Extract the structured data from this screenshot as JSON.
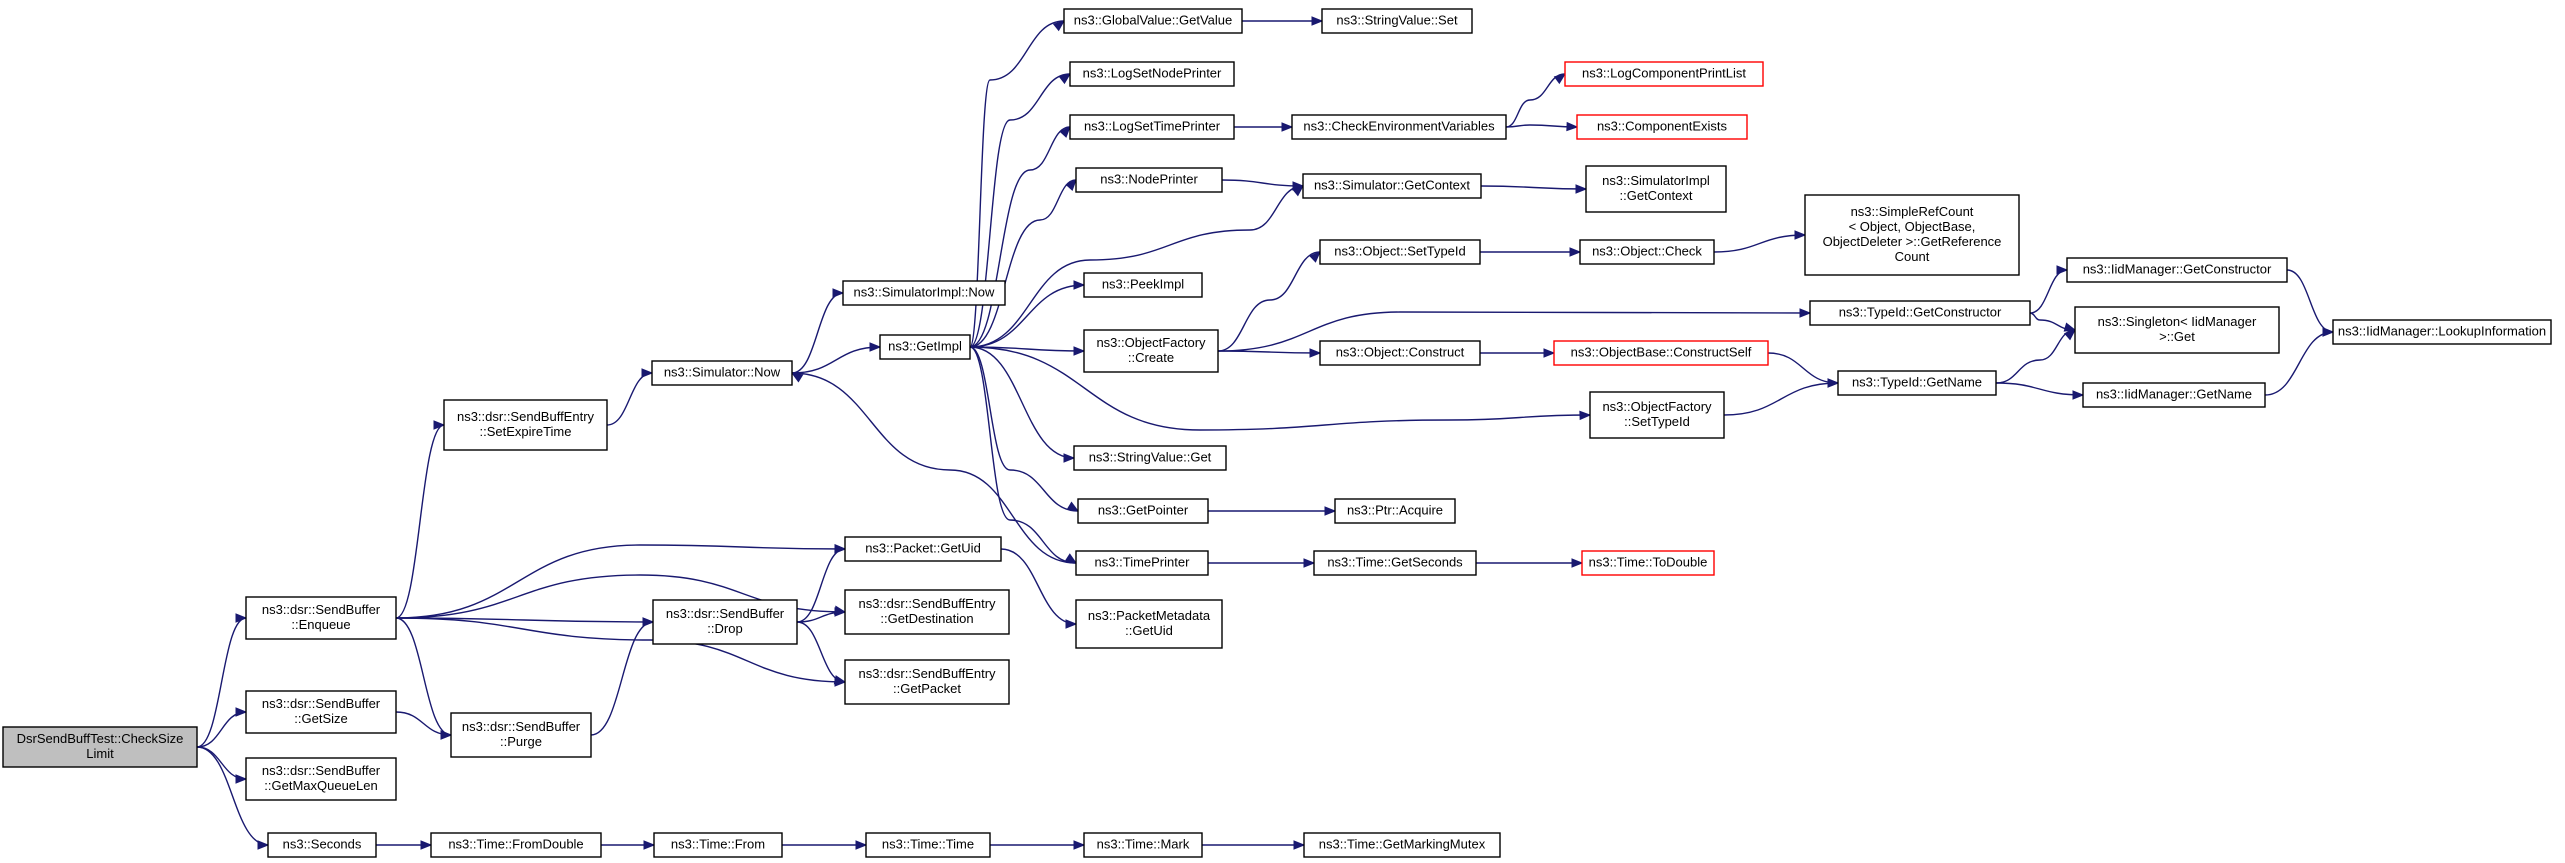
{
  "colors": {
    "edge": "#191970",
    "node_border": "#000000",
    "node_border_truncated": "#ff0000",
    "root_fill": "#bfbfbf",
    "background": "#ffffff"
  },
  "nodes": [
    {
      "id": "n0",
      "lines": [
        "DsrSendBuffTest::CheckSize",
        "Limit"
      ],
      "style": "root"
    },
    {
      "id": "n1",
      "lines": [
        "ns3::dsr::SendBuffer",
        "::Enqueue"
      ]
    },
    {
      "id": "n2",
      "lines": [
        "ns3::dsr::SendBuffer",
        "::GetSize"
      ]
    },
    {
      "id": "n3",
      "lines": [
        "ns3::dsr::SendBuffer",
        "::GetMaxQueueLen"
      ]
    },
    {
      "id": "n4",
      "lines": [
        "ns3::Seconds"
      ]
    },
    {
      "id": "n5",
      "lines": [
        "ns3::dsr::SendBuffEntry",
        "::SetExpireTime"
      ]
    },
    {
      "id": "n6",
      "lines": [
        "ns3::dsr::SendBuffer",
        "::Purge"
      ]
    },
    {
      "id": "n7",
      "lines": [
        "ns3::Simulator::Now"
      ]
    },
    {
      "id": "n8",
      "lines": [
        "ns3::dsr::SendBuffer",
        "::Drop"
      ]
    },
    {
      "id": "n9",
      "lines": [
        "ns3::Time::FromDouble"
      ]
    },
    {
      "id": "n10",
      "lines": [
        "ns3::Time::From"
      ]
    },
    {
      "id": "n11",
      "lines": [
        "ns3::SimulatorImpl::Now"
      ]
    },
    {
      "id": "n12",
      "lines": [
        "ns3::GetImpl"
      ]
    },
    {
      "id": "n13",
      "lines": [
        "ns3::Packet::GetUid"
      ]
    },
    {
      "id": "n14",
      "lines": [
        "ns3::dsr::SendBuffEntry",
        "::GetDestination"
      ]
    },
    {
      "id": "n15",
      "lines": [
        "ns3::dsr::SendBuffEntry",
        "::GetPacket"
      ]
    },
    {
      "id": "n16",
      "lines": [
        "ns3::Time::Time"
      ]
    },
    {
      "id": "n17",
      "lines": [
        "ns3::GlobalValue::GetValue"
      ]
    },
    {
      "id": "n18",
      "lines": [
        "ns3::LogSetNodePrinter"
      ]
    },
    {
      "id": "n19",
      "lines": [
        "ns3::LogSetTimePrinter"
      ]
    },
    {
      "id": "n20",
      "lines": [
        "ns3::NodePrinter"
      ]
    },
    {
      "id": "n21",
      "lines": [
        "ns3::PeekImpl"
      ]
    },
    {
      "id": "n22",
      "lines": [
        "ns3::ObjectFactory",
        "::Create"
      ]
    },
    {
      "id": "n23",
      "lines": [
        "ns3::StringValue::Get"
      ]
    },
    {
      "id": "n24",
      "lines": [
        "ns3::GetPointer"
      ]
    },
    {
      "id": "n25",
      "lines": [
        "ns3::TimePrinter"
      ]
    },
    {
      "id": "n26",
      "lines": [
        "ns3::PacketMetadata",
        "::GetUid"
      ]
    },
    {
      "id": "n27",
      "lines": [
        "ns3::Time::Mark"
      ]
    },
    {
      "id": "n28",
      "lines": [
        "ns3::StringValue::Set"
      ]
    },
    {
      "id": "n29",
      "lines": [
        "ns3::CheckEnvironmentVariables"
      ]
    },
    {
      "id": "n30",
      "lines": [
        "ns3::Simulator::GetContext"
      ]
    },
    {
      "id": "n31",
      "lines": [
        "ns3::Object::SetTypeId"
      ]
    },
    {
      "id": "n32",
      "lines": [
        "ns3::Object::Construct"
      ]
    },
    {
      "id": "n33",
      "lines": [
        "ns3::Ptr::Acquire"
      ]
    },
    {
      "id": "n34",
      "lines": [
        "ns3::Time::GetSeconds"
      ]
    },
    {
      "id": "n35",
      "lines": [
        "ns3::Time::GetMarkingMutex"
      ]
    },
    {
      "id": "n36",
      "lines": [
        "ns3::LogComponentPrintList"
      ],
      "style": "red"
    },
    {
      "id": "n37",
      "lines": [
        "ns3::ComponentExists"
      ],
      "style": "red"
    },
    {
      "id": "n38",
      "lines": [
        "ns3::SimulatorImpl",
        "::GetContext"
      ]
    },
    {
      "id": "n39",
      "lines": [
        "ns3::Object::Check"
      ]
    },
    {
      "id": "n40",
      "lines": [
        "ns3::ObjectBase::ConstructSelf"
      ],
      "style": "red"
    },
    {
      "id": "n41",
      "lines": [
        "ns3::ObjectFactory",
        "::SetTypeId"
      ]
    },
    {
      "id": "n42",
      "lines": [
        "ns3::Time::ToDouble"
      ],
      "style": "red"
    },
    {
      "id": "n43",
      "lines": [
        "ns3::SimpleRefCount",
        "< Object, ObjectBase,",
        "ObjectDeleter >::GetReference",
        "Count"
      ]
    },
    {
      "id": "n44",
      "lines": [
        "ns3::TypeId::GetConstructor"
      ]
    },
    {
      "id": "n45",
      "lines": [
        "ns3::TypeId::GetName"
      ]
    },
    {
      "id": "n46",
      "lines": [
        "ns3::IidManager::GetConstructor"
      ]
    },
    {
      "id": "n47",
      "lines": [
        "ns3::Singleton< IidManager",
        ">::Get"
      ]
    },
    {
      "id": "n48",
      "lines": [
        "ns3::IidManager::GetName"
      ]
    },
    {
      "id": "n49",
      "lines": [
        "ns3::IidManager::LookupInformation"
      ]
    }
  ],
  "edges": [
    [
      "n0",
      "n1"
    ],
    [
      "n0",
      "n2"
    ],
    [
      "n0",
      "n3"
    ],
    [
      "n0",
      "n4"
    ],
    [
      "n1",
      "n5"
    ],
    [
      "n1",
      "n13"
    ],
    [
      "n1",
      "n14"
    ],
    [
      "n1",
      "n8"
    ],
    [
      "n1",
      "n15"
    ],
    [
      "n1",
      "n6"
    ],
    [
      "n2",
      "n6"
    ],
    [
      "n6",
      "n8"
    ],
    [
      "n8",
      "n13"
    ],
    [
      "n8",
      "n14"
    ],
    [
      "n8",
      "n15"
    ],
    [
      "n5",
      "n7"
    ],
    [
      "n7",
      "n11"
    ],
    [
      "n7",
      "n12"
    ],
    [
      "n13",
      "n26"
    ],
    [
      "n4",
      "n9"
    ],
    [
      "n9",
      "n10"
    ],
    [
      "n10",
      "n16"
    ],
    [
      "n16",
      "n27"
    ],
    [
      "n27",
      "n35"
    ],
    [
      "n12",
      "n17"
    ],
    [
      "n12",
      "n18"
    ],
    [
      "n12",
      "n19"
    ],
    [
      "n12",
      "n20"
    ],
    [
      "n12",
      "n21"
    ],
    [
      "n12",
      "n22"
    ],
    [
      "n12",
      "n23"
    ],
    [
      "n12",
      "n24"
    ],
    [
      "n12",
      "n25"
    ],
    [
      "n12",
      "n41"
    ],
    [
      "n12",
      "n30"
    ],
    [
      "n17",
      "n28"
    ],
    [
      "n19",
      "n29"
    ],
    [
      "n29",
      "n36"
    ],
    [
      "n29",
      "n37"
    ],
    [
      "n20",
      "n30"
    ],
    [
      "n30",
      "n38"
    ],
    [
      "n24",
      "n33"
    ],
    [
      "n25",
      "n34"
    ],
    [
      "n25",
      "n7"
    ],
    [
      "n34",
      "n42"
    ],
    [
      "n22",
      "n31"
    ],
    [
      "n22",
      "n32"
    ],
    [
      "n22",
      "n44"
    ],
    [
      "n31",
      "n39"
    ],
    [
      "n39",
      "n43"
    ],
    [
      "n32",
      "n40"
    ],
    [
      "n40",
      "n45"
    ],
    [
      "n41",
      "n45"
    ],
    [
      "n44",
      "n46"
    ],
    [
      "n44",
      "n47"
    ],
    [
      "n45",
      "n47"
    ],
    [
      "n45",
      "n48"
    ],
    [
      "n46",
      "n49"
    ],
    [
      "n48",
      "n49"
    ]
  ]
}
